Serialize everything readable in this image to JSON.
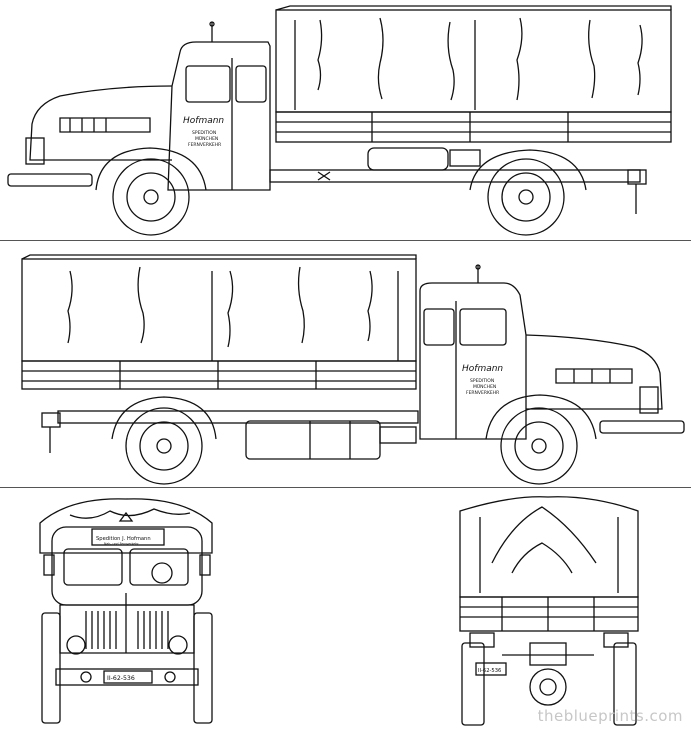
{
  "sheet": {
    "views": [
      "left side view",
      "right side view",
      "front view",
      "rear view"
    ]
  },
  "markings": {
    "door_script": "Hofmann",
    "door_lines": [
      "SPEDITION",
      "MÜNCHEN",
      "FERNVERKEHR"
    ],
    "front_sign": "Spedition J. Hofmann",
    "front_sign_sub": "Nah- und Fernverkehr",
    "front_plate": "II-62-536",
    "rear_plate": "II-62-536"
  },
  "watermark": "theblueprints.com",
  "colors": {
    "line": "#111111",
    "paper": "#ffffff",
    "watermark": "#c7c7c7"
  }
}
